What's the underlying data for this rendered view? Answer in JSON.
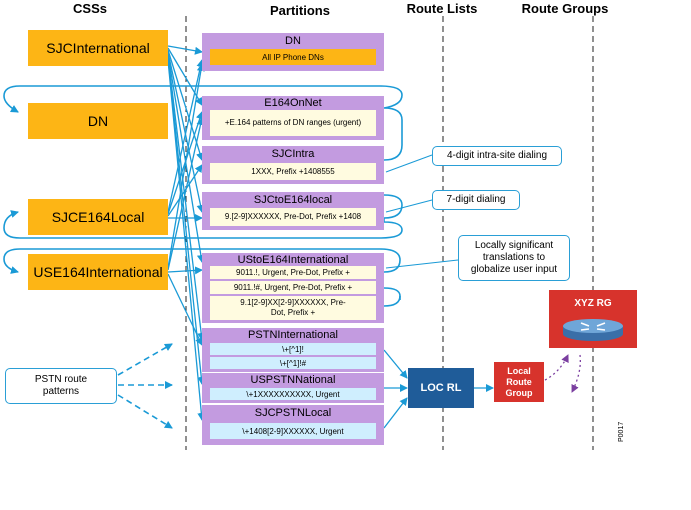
{
  "headers": {
    "css": "CSSs",
    "partitions": "Partitions",
    "route_lists": "Route Lists",
    "route_groups": "Route Groups"
  },
  "css_boxes": {
    "sjc_international": "SJCInternational",
    "dn": "DN",
    "sjc_e164_local": "SJCE164Local",
    "use164_international": "USE164International"
  },
  "partitions": {
    "dn": {
      "title": "DN",
      "rows": [
        "All IP Phone DNs"
      ]
    },
    "e164onnet": {
      "title": "E164OnNet",
      "rows": [
        "+E.164 patterns of DN ranges (urgent)"
      ]
    },
    "sjcintra": {
      "title": "SJCIntra",
      "rows": [
        "1XXX, Prefix +1408555"
      ]
    },
    "sjctoe164local": {
      "title": "SJCtoE164local",
      "rows": [
        "9.[2-9]XXXXXX, Pre-Dot, Prefix +1408"
      ]
    },
    "ustoe164international": {
      "title": "UStoE164International",
      "rows": [
        "9011.!, Urgent, Pre-Dot, Prefix +",
        "9011.!#, Urgent, Pre-Dot, Prefix +",
        "9.1[2-9]XX[2-9]XXXXXX, Pre-Dot, Prefix +"
      ]
    },
    "pstninternational": {
      "title": "PSTNInternational",
      "rows": [
        "\\+[^1]!",
        "\\+[^1]!#"
      ]
    },
    "uspstnnational": {
      "title": "USPSTNNational",
      "rows": [
        "\\+1XXXXXXXXXX, Urgent"
      ]
    },
    "sjcpstnlocal": {
      "title": "SJCPSTNLocal",
      "rows": [
        "\\+1408[2-9]XXXXXX, Urgent"
      ]
    }
  },
  "callouts": {
    "intra_site": "4-digit intra-site dialing",
    "seven_digit": "7-digit dialing",
    "locally_significant": "Locally significant translations to globalize user input",
    "pstn_route_patterns": "PSTN route patterns"
  },
  "route_list": "LOC RL",
  "local_route_group": "Local Route Group",
  "xyz_rg": "XYZ RG",
  "figure_id": "P0017",
  "colors": {
    "css_box": "#fdb515",
    "partition": "#c39be0",
    "arrow": "#1a9ad6",
    "route_list": "#1f5c99",
    "route_group": "#d7332c"
  }
}
